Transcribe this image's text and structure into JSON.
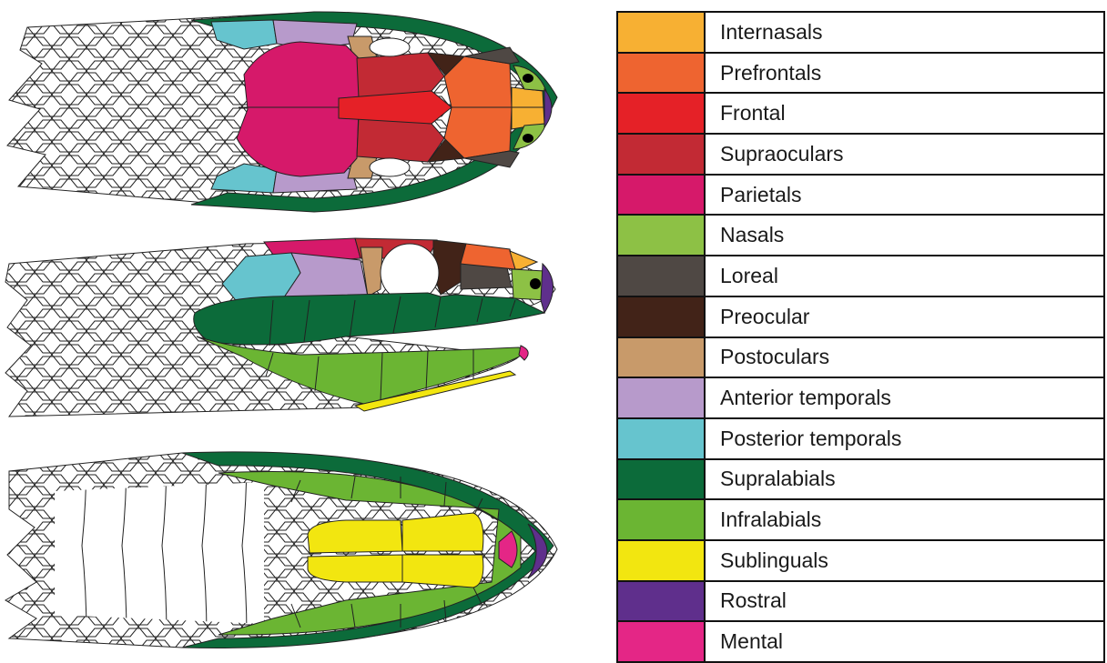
{
  "legend": {
    "items": [
      {
        "label": "Internasals",
        "color": "#F7B033"
      },
      {
        "label": "Prefrontals",
        "color": "#EE6430"
      },
      {
        "label": "Frontal",
        "color": "#E52127"
      },
      {
        "label": "Supraoculars",
        "color": "#C22A34"
      },
      {
        "label": "Parietals",
        "color": "#D6196A"
      },
      {
        "label": "Nasals",
        "color": "#8DC145"
      },
      {
        "label": "Loreal",
        "color": "#4F4844"
      },
      {
        "label": "Preocular",
        "color": "#422318"
      },
      {
        "label": "Postoculars",
        "color": "#C89A6A"
      },
      {
        "label": "Anterior temporals",
        "color": "#B79ACB"
      },
      {
        "label": "Posterior temporals",
        "color": "#66C4CE"
      },
      {
        "label": "Supralabials",
        "color": "#0C6B3A"
      },
      {
        "label": "Infralabials",
        "color": "#6BB533"
      },
      {
        "label": "Sublinguals",
        "color": "#F2E610"
      },
      {
        "label": "Rostral",
        "color": "#5F2F8C"
      },
      {
        "label": "Mental",
        "color": "#E42686"
      }
    ]
  },
  "figure": {
    "views": [
      "dorsal",
      "lateral",
      "ventral"
    ]
  }
}
